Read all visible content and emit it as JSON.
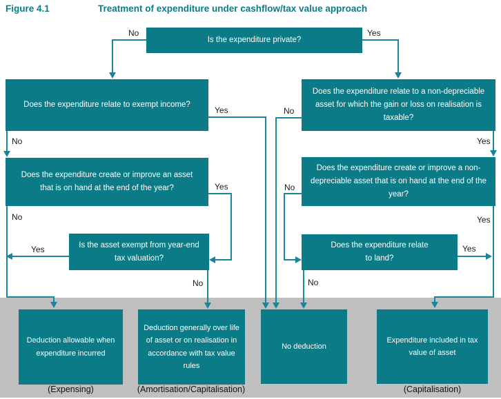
{
  "figure": {
    "label": "Figure 4.1",
    "title": "Treatment of expenditure under cashflow/tax value approach"
  },
  "colors": {
    "teal": "#0b7c87",
    "line": "#17869a",
    "band": "#bfbfbf",
    "label": "#1b1b1b",
    "box_text": "#ffffff",
    "background": "#ffffff"
  },
  "decisions": {
    "private": "Is the expenditure private?",
    "exempt_income": "Does the expenditure relate to exempt income?",
    "nondep_taxable": "Does the expenditure relate to a non-depreciable asset for which the gain or loss on realisation is taxable?",
    "asset_on_hand": "Does the expenditure create or improve an asset that is on hand at the end of the year?",
    "nondep_on_hand": "Does the expenditure create or improve a non-depreciable asset that is on hand at the end of the year?",
    "exempt_valuation": "Is the asset exempt from year-end tax valuation?",
    "land": "Does the expenditure relate to land?"
  },
  "outcomes": {
    "expensing": {
      "text": "Deduction allowable when expenditure incurred",
      "caption": "(Expensing)"
    },
    "amortisation": {
      "text": "Deduction generally over life of asset or on realisation in accordance with tax value rules",
      "caption": "(Amortisation/Capitalisation)"
    },
    "no_deduction": {
      "text": "No deduction"
    },
    "capitalisation": {
      "text": "Expenditure included in tax value of asset",
      "caption": "(Capitalisation)"
    }
  },
  "edge_labels": {
    "yes": "Yes",
    "no": "No"
  }
}
